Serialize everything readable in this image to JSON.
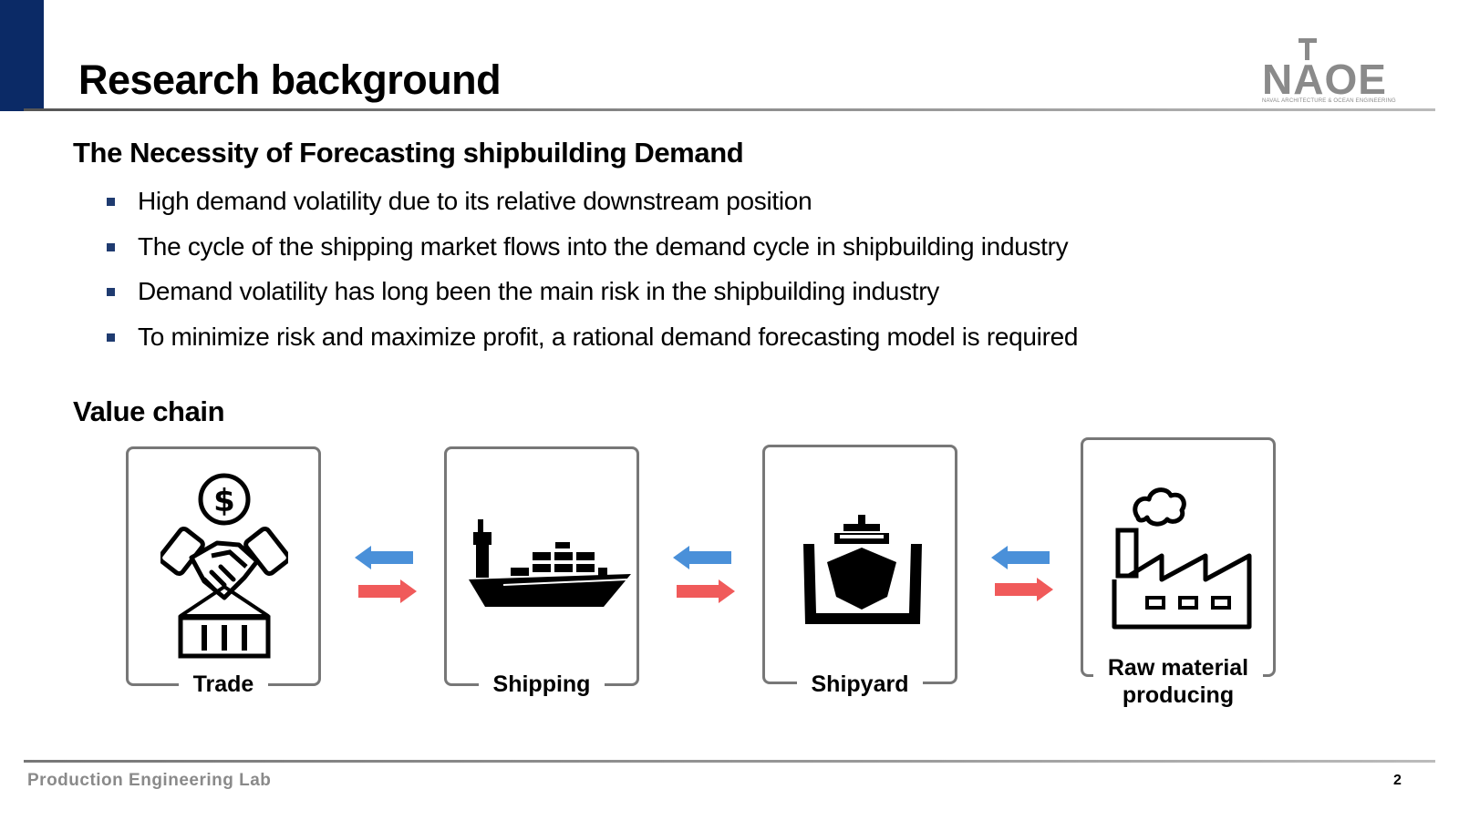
{
  "slide": {
    "title": "Research background",
    "page_number": "2",
    "footer": "Production Engineering Lab",
    "accent_color": "#0b2a66"
  },
  "logo": {
    "text": "NAOE",
    "subtitle": "NAVAL ARCHITECTURE & OCEAN ENGINEERING"
  },
  "section1": {
    "heading": "The Necessity of Forecasting shipbuilding Demand",
    "bullets": [
      "High demand volatility due to its relative downstream position",
      "The cycle of the shipping market flows into the demand cycle in shipbuilding industry",
      "Demand volatility has long been the main risk in the shipbuilding industry",
      "To minimize risk and maximize profit, a rational demand forecasting model is required"
    ]
  },
  "section2": {
    "heading": "Value chain",
    "cards": [
      {
        "label": "Trade",
        "icon": "trade-handshake-icon"
      },
      {
        "label": "Shipping",
        "icon": "container-ship-icon"
      },
      {
        "label": "Shipyard",
        "icon": "drydock-ship-icon"
      },
      {
        "label_line1": "Raw material",
        "label_line2": "producing",
        "icon": "factory-icon"
      }
    ],
    "arrow_colors": {
      "left": "#4a90d9",
      "right": "#f05a5a"
    }
  }
}
